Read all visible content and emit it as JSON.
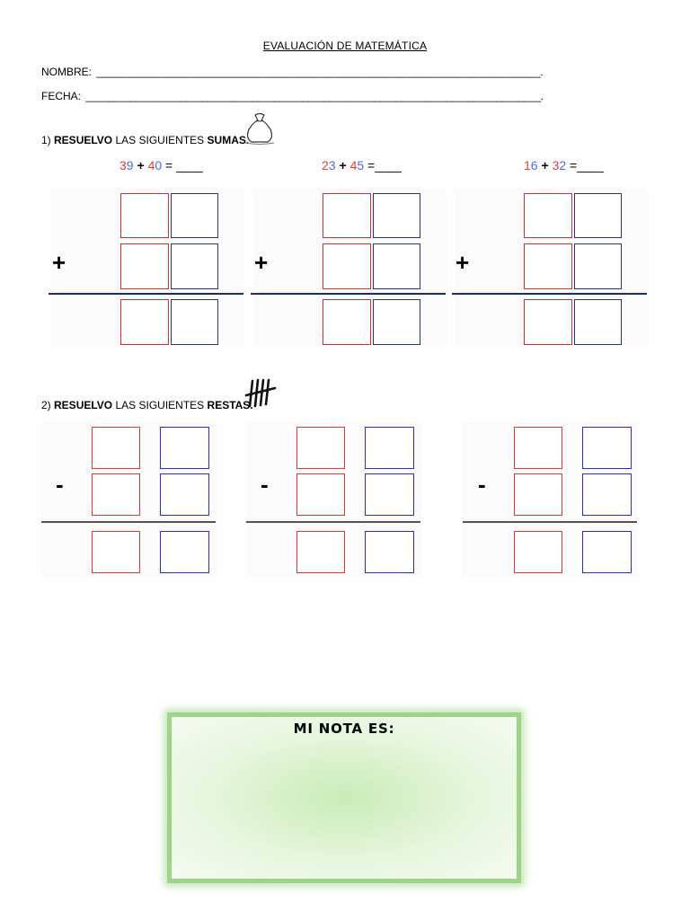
{
  "header": {
    "title": "EVALUACIÓN DE MATEMÁTICA",
    "name_label": "NOMBRE:",
    "name_line": "________________________________________________________________________________.",
    "date_label": "FECHA:",
    "date_line": "__________________________________________________________________________________."
  },
  "section1": {
    "number": "1)",
    "verb": "RESUELVO",
    "text": "LAS SIGUIENTES",
    "keyword": "SUMAS",
    "end": ".",
    "icon": "money-bag-icon"
  },
  "sums": [
    {
      "a_tens": "3",
      "a_units": "9",
      "op": "+",
      "b_tens": "4",
      "b_units": "0",
      "eq": " = ",
      "blank": "____"
    },
    {
      "a_tens": "2",
      "a_units": "3",
      "op": "+",
      "b_tens": "4",
      "b_units": "5",
      "eq": " =",
      "blank": "____"
    },
    {
      "a_tens": "1",
      "a_units": "6",
      "op": "+",
      "b_tens": "3",
      "b_units": "2",
      "eq": " =",
      "blank": "____"
    }
  ],
  "add_symbol": "+",
  "section2": {
    "number": "2)",
    "verb": "RESUELVO",
    "text": "LAS SIGUIENTES",
    "keyword": "RESTAS",
    "end": ".",
    "icon": "tally-marks-icon"
  },
  "sub_symbol": "-",
  "grade": {
    "title": "MI NOTA ES:"
  },
  "colors": {
    "tens_digit": "#e8393a",
    "units_digit": "#4a6fd6",
    "grade_border": "#9ed48a"
  }
}
